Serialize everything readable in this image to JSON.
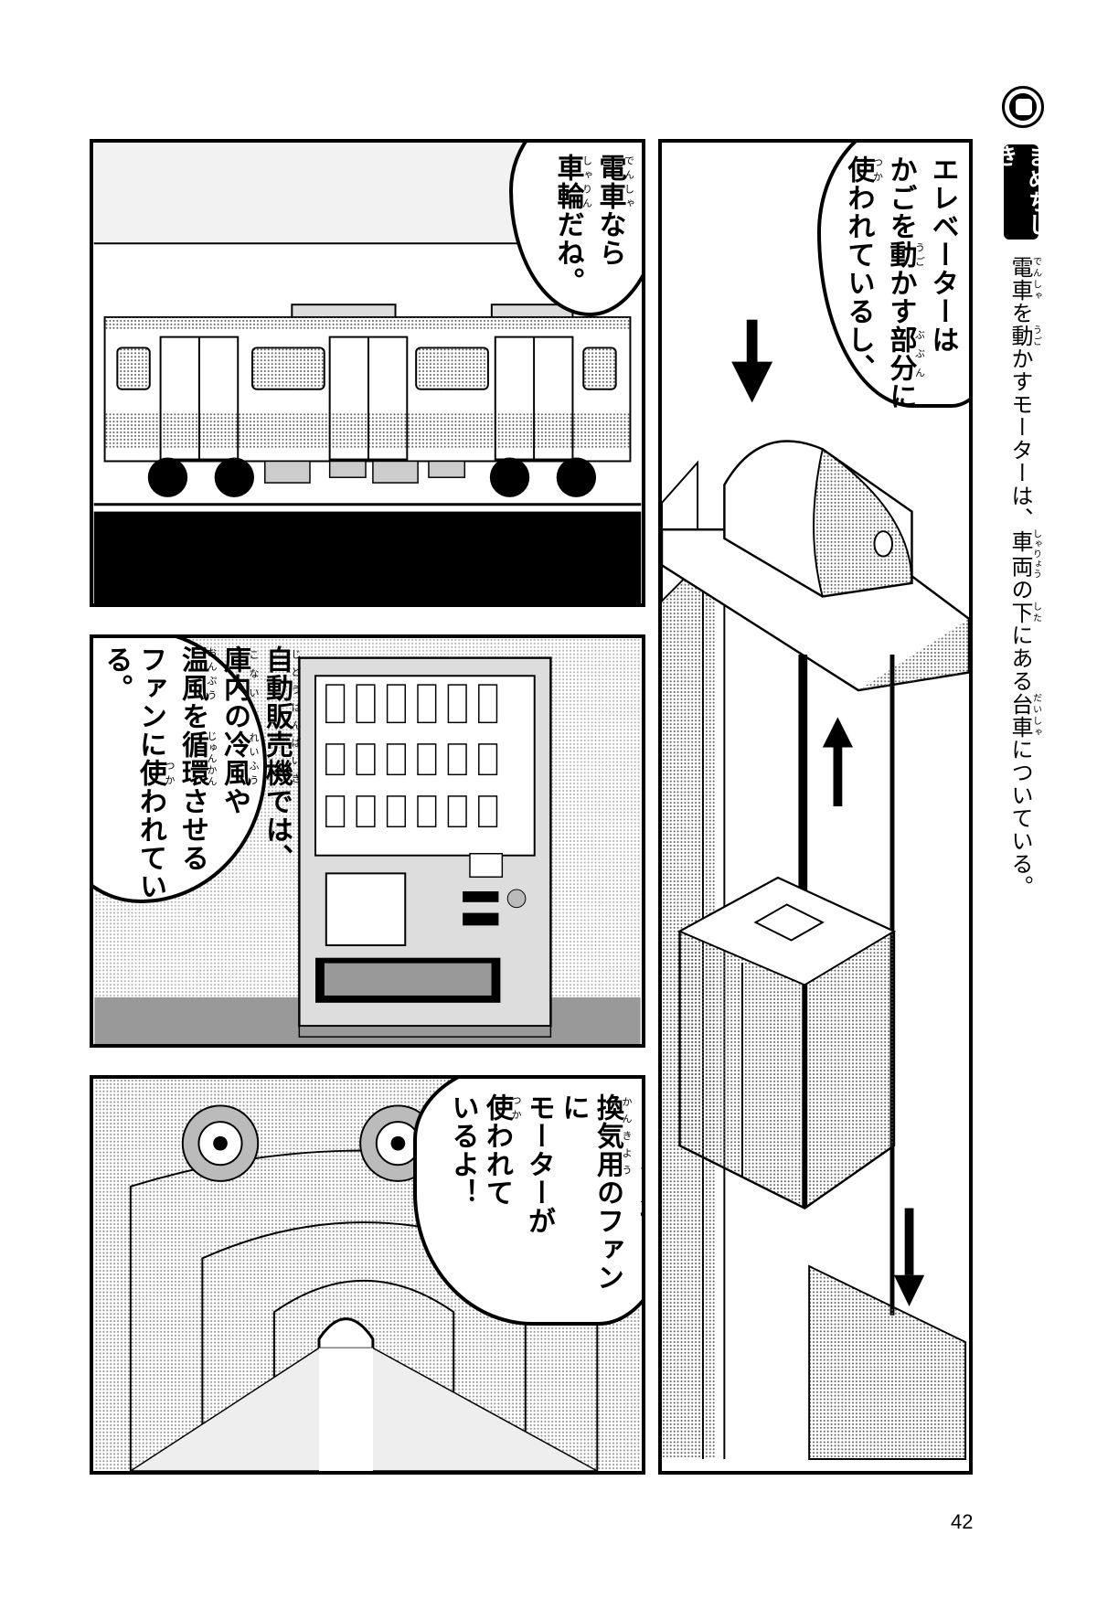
{
  "sidebar": {
    "label": "まめちしき",
    "icon": "motor-icon",
    "text": [
      {
        "t": "電車",
        "r": "でんしゃ"
      },
      {
        "t": "を"
      },
      {
        "t": "動",
        "r": "うご"
      },
      {
        "t": "かすモーターは、"
      },
      {
        "t": "車両",
        "r": "しゃりょう"
      },
      {
        "t": "の"
      },
      {
        "t": "下",
        "r": "した"
      },
      {
        "t": "にある"
      },
      {
        "t": "台車",
        "r": "だいしゃ"
      },
      {
        "t": "についている。"
      }
    ]
  },
  "panels": {
    "train": {
      "lines": [
        [
          {
            "t": "電車",
            "r": "でんしゃ"
          },
          {
            "t": "なら"
          }
        ],
        [
          {
            "t": "車輪",
            "r": "しゃりん"
          },
          {
            "t": "だね。"
          }
        ]
      ]
    },
    "elevator": {
      "lines": [
        [
          {
            "t": "エレベーターは"
          }
        ],
        [
          {
            "t": "かごを"
          },
          {
            "t": "動",
            "r": "うご"
          },
          {
            "t": "かす"
          },
          {
            "t": "部分",
            "r": "ぶぶん"
          },
          {
            "t": "に"
          }
        ],
        [
          {
            "t": "使",
            "r": "つか"
          },
          {
            "t": "われているし、"
          }
        ]
      ]
    },
    "vending": {
      "lines": [
        [
          {
            "t": "自動販売機",
            "r": "じどうはんばいき"
          },
          {
            "t": "では、"
          }
        ],
        [
          {
            "t": "庫内",
            "r": "こない"
          },
          {
            "t": "の"
          },
          {
            "t": "冷風",
            "r": "れいふう"
          },
          {
            "t": "や"
          }
        ],
        [
          {
            "t": "温風",
            "r": "おんぷう"
          },
          {
            "t": "を"
          },
          {
            "t": "循環",
            "r": "じゅんかん"
          },
          {
            "t": "させる"
          }
        ],
        [
          {
            "t": "ファンに"
          },
          {
            "t": "使",
            "r": "つか"
          },
          {
            "t": "われている。"
          }
        ]
      ]
    },
    "tunnel": {
      "lines": [
        [
          {
            "t": "トンネルでは、"
          }
        ],
        [
          {
            "t": "換気用",
            "r": "かんきよう"
          },
          {
            "t": "のファンに"
          }
        ],
        [
          {
            "t": "モーターが"
          }
        ],
        [
          {
            "t": "使",
            "r": "つか"
          },
          {
            "t": "われて"
          }
        ],
        [
          {
            "t": "いるよ！"
          }
        ]
      ]
    }
  },
  "page_number": "42"
}
